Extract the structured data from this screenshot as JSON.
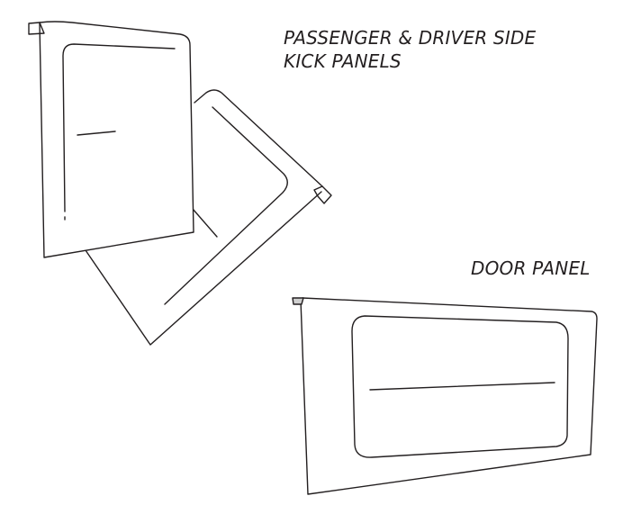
{
  "labels": {
    "kick_panels_line1": "PASSENGER & DRIVER SIDE",
    "kick_panels_line2": "KICK PANELS",
    "door_panel": "DOOR PANEL"
  },
  "colors": {
    "line": "#231f20",
    "background": "#ffffff",
    "tab_fill": "#cfcfcf"
  }
}
